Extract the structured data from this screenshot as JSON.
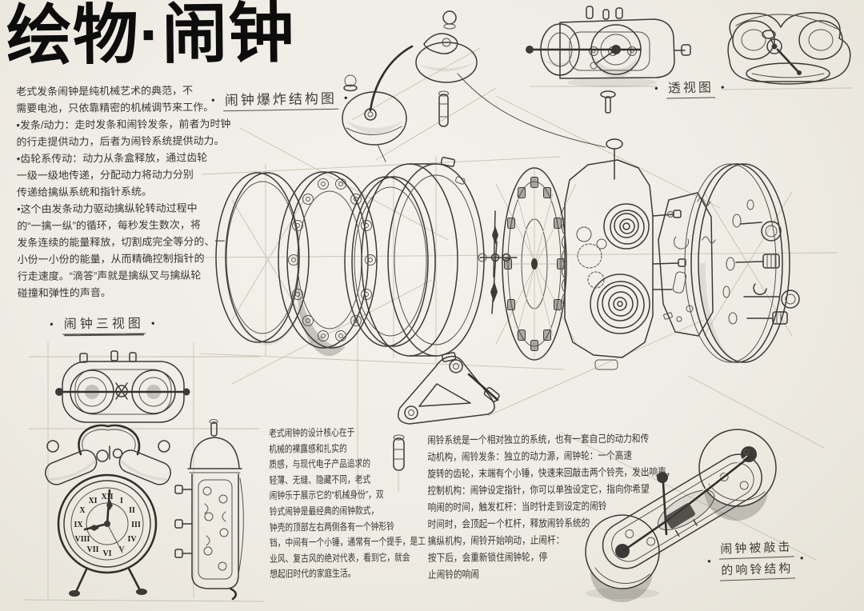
{
  "page": {
    "title": "绘物·闹钟"
  },
  "colors": {
    "paper": "#efece5",
    "ink": "#3c3a36",
    "faint_guide": "#c9c2b2"
  },
  "labels": {
    "bullet": "●",
    "exploded": "闹钟爆炸结构图",
    "perspective": "透视图",
    "three_view": "闹钟三视图",
    "bell_strike_line1": "闹钟被敲击",
    "bell_strike_line2": "的响铃结构"
  },
  "notes": {
    "left": [
      "老式发条闹钟是纯机械艺术的典范，不",
      "需要电池，只依靠精密的机械调节来工作。",
      "•发条/动力：走时发条和闹铃发条，前者为时钟",
      "  的行走提供动力，后者为闹铃系统提供动力。",
      "•齿轮系传动：动力从条盒释放，通过齿轮",
      "  一级一级地传递，分配动力将动力分别",
      "  传递给擒纵系统和指针系统。",
      "•这个由发条动力驱动擒纵轮转动过程中",
      "  的“一擒一纵”的循环，每秒发生数次，将",
      "  发条连续的能量释放，切割成完全等分的、一",
      "  小份一小份的能量，从而精确控制指针的",
      "  行走速度。“滴答”声就是擒纵叉与擒纵轮",
      "  碰撞和弹性的声音。"
    ],
    "center": [
      "老式闹钟的设计核心在于",
      "机械的裸露感和扎实的",
      "质感，与现代电子产品追求的",
      "轻薄、无缝、隐藏不同，老式",
      "闹钟乐于展示它的“机械身份”，双",
      "铃式闹钟是最经典的闹钟款式，",
      "钟壳的顶部左右两侧各有一个钟形铃",
      "铛，中间有一个小锤，通常有一个提手，是工",
      "业风、复古风的绝对代表，看到它，就会",
      "想起旧时代的家庭生活。"
    ],
    "right": [
      "闹铃系统是一个相对独立的系统，也有一套自己的动力和传",
      "动机构，闹铃发条：独立的动力源，闹钟轮：一个高速",
      "旋转的齿轮，末端有个小锤，快速来回敲击两个铃壳，发出响声，",
      "控制机构：闹钟设定指针，你可以单独设定它，指向你希望",
      "响闹的时间，触发杠杆：当时针走到设定的闹铃",
      "时间时，会顶起一个杠杆，释放闹铃系统的",
      "擒纵机构，闹铃开始响动，止闹杆：",
      "按下后，会重新锁住闹钟轮，停",
      "止闹铃的响闹"
    ]
  },
  "three_view": {
    "numerals": [
      "XII",
      "I",
      "II",
      "III",
      "IV",
      "V",
      "VI",
      "VII",
      "VIII",
      "IX",
      "X",
      "XI"
    ]
  }
}
